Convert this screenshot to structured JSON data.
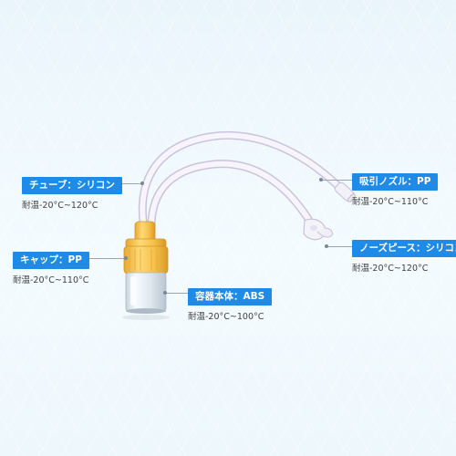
{
  "labels": {
    "tube": {
      "title": "チューブ：シリコン",
      "spec": "耐温-20°C~120°C"
    },
    "cap": {
      "title": "キャップ：PP",
      "spec": "耐温-20°C~110°C"
    },
    "body": {
      "title": "容器本体：ABS",
      "spec": "耐温-20°C~100°C"
    },
    "suction_nozzle": {
      "title": "吸引ノズル：PP",
      "spec": "耐温-20°C~110°C"
    },
    "nose_piece": {
      "title": "ノーズピース：シリコン",
      "spec": "耐温-20°C~120°C"
    }
  },
  "colors": {
    "tag_bg": "#1f8be6",
    "tag_text": "#ffffff",
    "cap": "#f3c24a",
    "tube": "#f4f2f8",
    "container": "#dce7ee"
  }
}
